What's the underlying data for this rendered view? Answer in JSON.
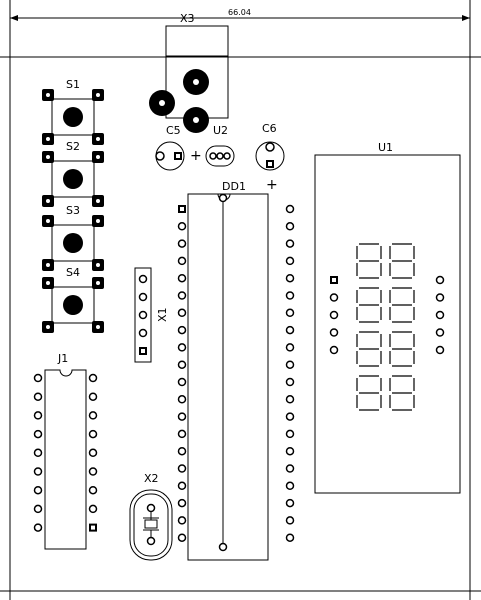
{
  "board": {
    "dimension_label": "66.04",
    "plus_sign": "+"
  },
  "components": {
    "x3": "X3",
    "s1": "S1",
    "s2": "S2",
    "s3": "S3",
    "s4": "S4",
    "c5": "C5",
    "u2": "U2",
    "c6": "C6",
    "u1": "U1",
    "dd1": "DD1",
    "x1": "X1",
    "j1": "J1",
    "x2": "X2"
  },
  "counts": {
    "dd1_pins_per_side": 20,
    "j1_pins_per_side": 9,
    "x1_pins": 5,
    "u1_pins_per_side": 5,
    "u1_digits": 4
  },
  "colors": {
    "ink": "#000000",
    "background": "#ffffff"
  }
}
